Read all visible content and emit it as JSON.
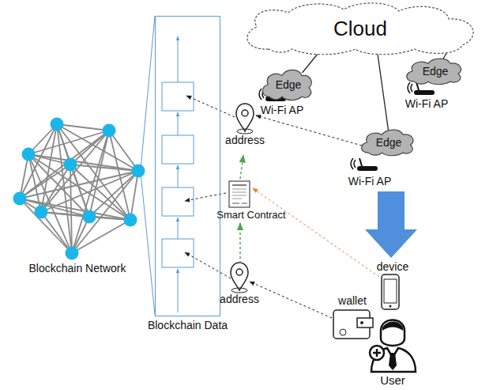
{
  "diagram": {
    "nodes": [
      {
        "text": [
          "Cloud"
        ]
      },
      {
        "text": [
          "Edge"
        ]
      },
      {
        "text": [
          "Edge"
        ]
      },
      {
        "text": [
          "Edge"
        ]
      },
      {
        "text": [
          "Blockchain Data"
        ]
      }
    ],
    "edges": [
      {
        "from": 0,
        "to": 1,
        "arrow": "none"
      },
      {
        "from": 0,
        "to": 2,
        "arrow": "none"
      },
      {
        "from": 0,
        "to": 3,
        "arrow": "none"
      }
    ],
    "labels": [
      "Wi-Fi AP",
      "Wi-Fi AP",
      "Wi-Fi AP",
      "address",
      "address",
      "Smart Contract",
      "device",
      "wallet",
      "User",
      "Blockchain Network"
    ]
  }
}
